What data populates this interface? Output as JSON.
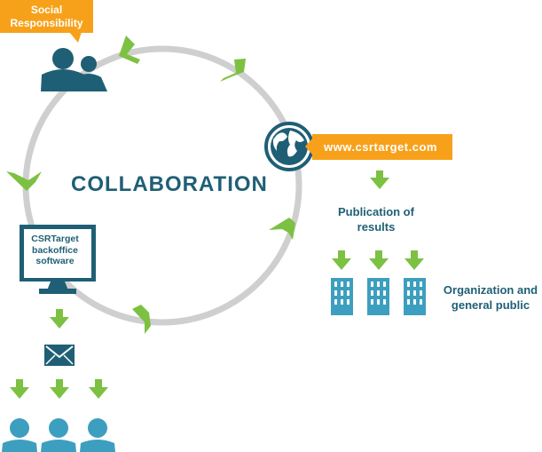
{
  "labels": {
    "social_line1": "Social",
    "social_line2": "Responsibility",
    "url": "www.csrtarget.com",
    "center": "COLLABORATION",
    "publication_line1": "Publication of",
    "publication_line2": "results",
    "organization_line1": "Organization and",
    "organization_line2": "general public",
    "software_line1": "CSRTarget",
    "software_line2": "backoffice",
    "software_line3": "software"
  },
  "colors": {
    "orange": "#f7a11a",
    "teal_dark": "#1f5f75",
    "teal_light": "#3d9fbf",
    "green": "#7cc142",
    "circle_gray": "#cfcfcf"
  },
  "icons": [
    "people-icon",
    "globe-icon",
    "monitor-icon",
    "envelope-icon",
    "building-icon",
    "person-icon",
    "arrow-down-icon",
    "chevron-icon"
  ]
}
